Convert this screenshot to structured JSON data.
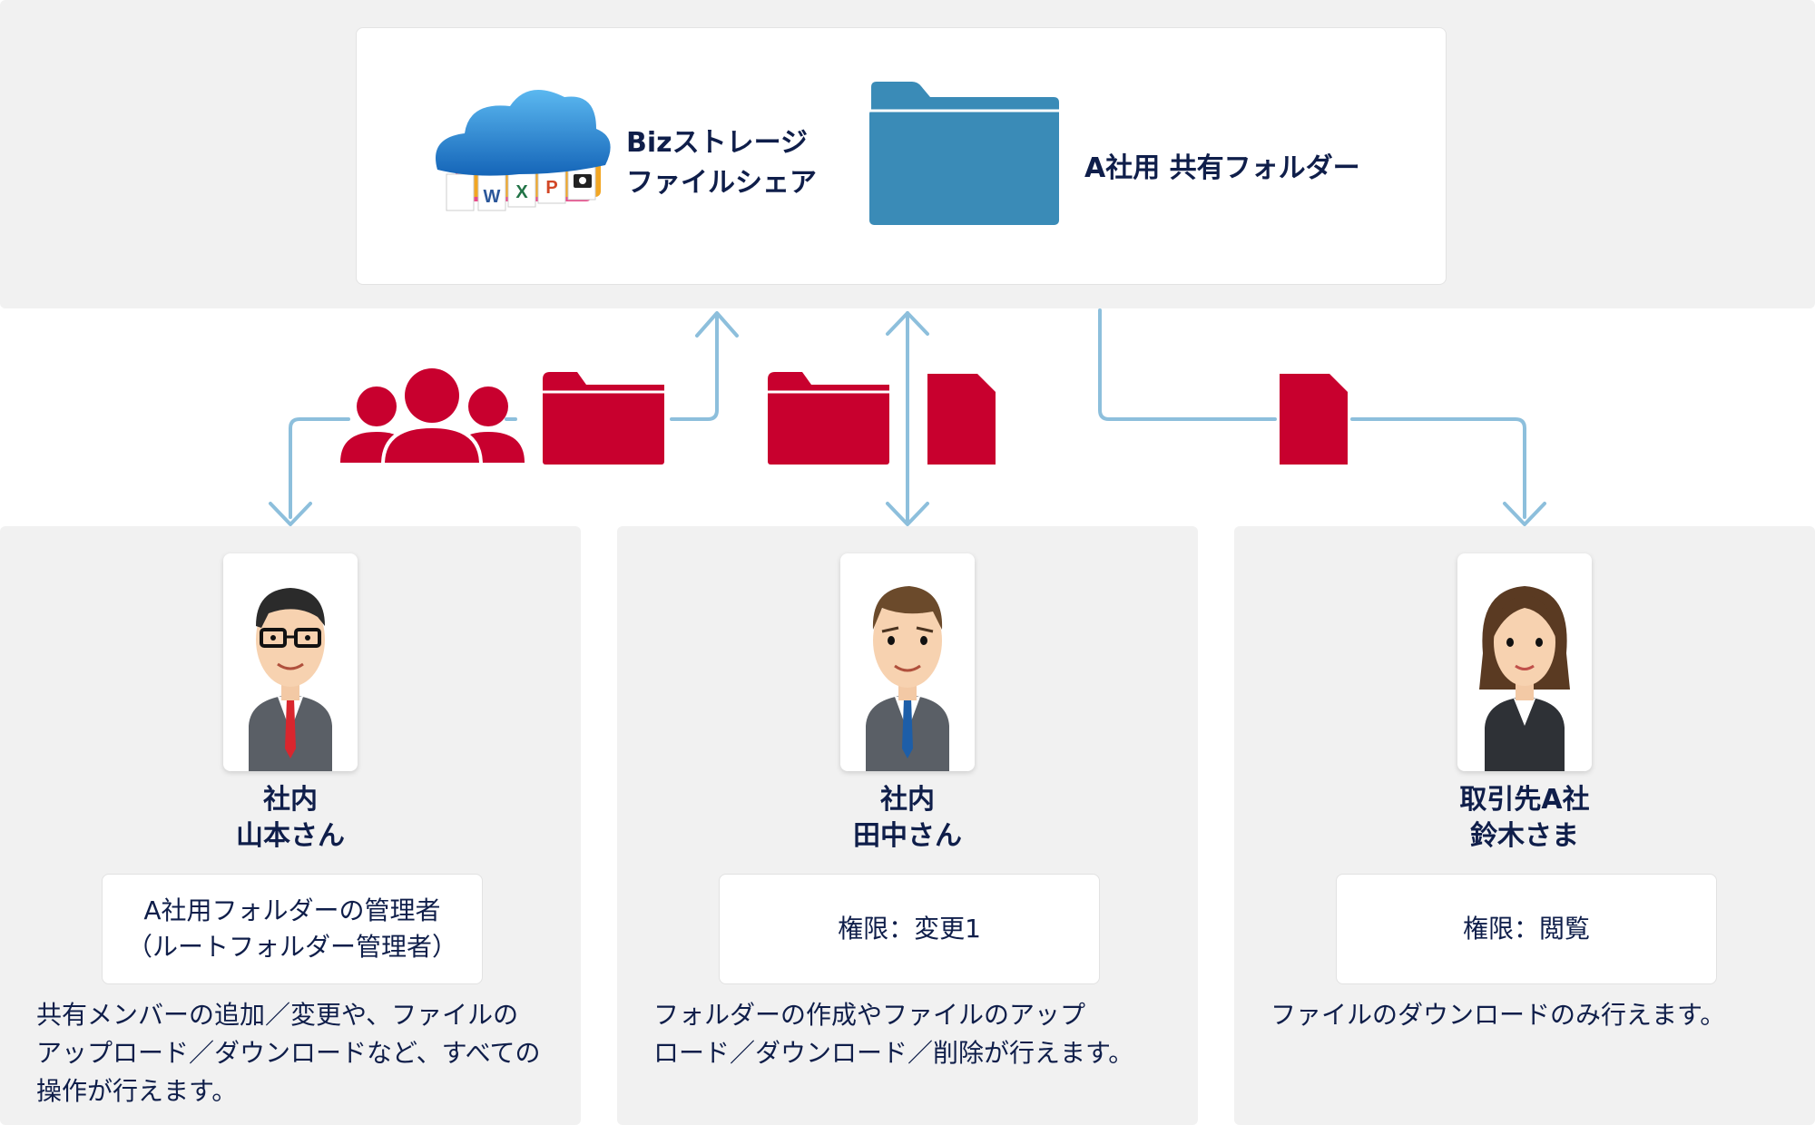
{
  "header": {
    "product_name": "Bizストレージ\nファイルシェア",
    "folder_name": "A社用 共有フォルダー",
    "cloud_file_letters": [
      "W",
      "X",
      "P"
    ]
  },
  "colors": {
    "accent_red": "#c8002e",
    "folder_blue": "#3a8bb7",
    "connector_blue": "#8dbfdc",
    "text_navy": "#0f1e4a",
    "panel_gray": "#f1f1f1"
  },
  "users": [
    {
      "name_line1": "社内",
      "name_line2": "山本さん",
      "role": "A社用フォルダーの管理者\n（ルートフォルダー管理者）",
      "description_lines": [
        "共有メンバーの追加／変更や、ファイルの",
        "アップロード／ダウンロードなど、すべての",
        "操作が行えます。"
      ]
    },
    {
      "name_line1": "社内",
      "name_line2": "田中さん",
      "role": "権限：変更1",
      "description_lines": [
        "フォルダーの作成やファイルのアップ",
        "ロード／ダウンロード／削除が行えます。"
      ]
    },
    {
      "name_line1": "取引先A社",
      "name_line2": "鈴木さま",
      "role": "権限：閲覧",
      "description_lines": [
        "ファイルのダウンロードのみ行えます。"
      ]
    }
  ]
}
